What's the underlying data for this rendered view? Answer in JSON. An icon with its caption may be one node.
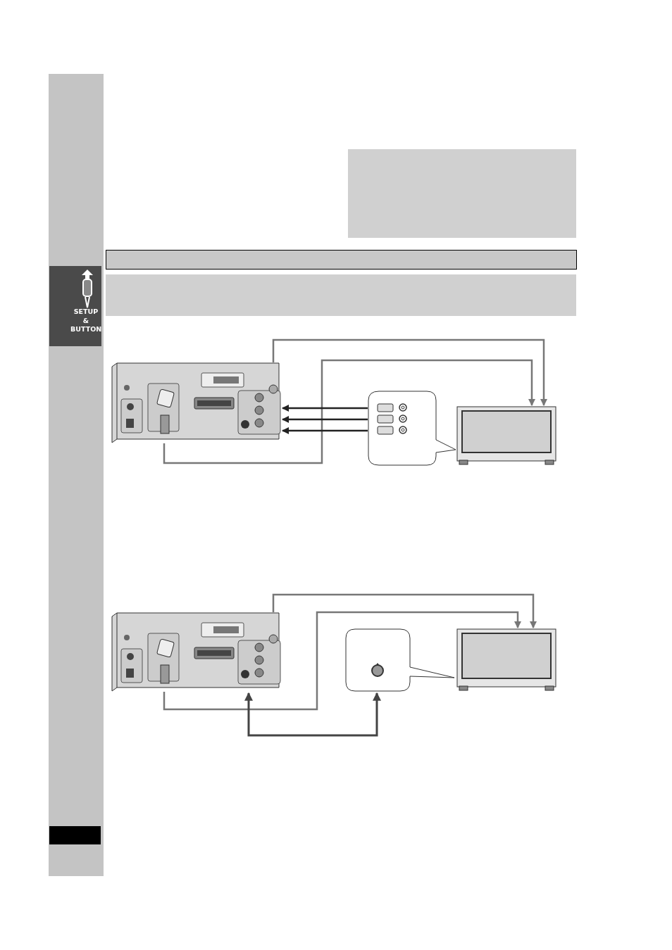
{
  "diagram": {
    "nodes": [
      {
        "text": [],
        "shape": "bar"
      },
      {
        "text": [],
        "shape": "bar"
      },
      {
        "text": [],
        "shape": "picture"
      },
      {
        "text": [],
        "shape": "picture"
      },
      {
        "text": [],
        "shape": "picture"
      },
      {
        "text": [],
        "shape": "picture"
      },
      {
        "text": [],
        "shape": "picture"
      },
      {
        "text": [],
        "shape": "picture"
      }
    ],
    "edges": [
      {
        "from": 2,
        "to": 4,
        "arrow": "to"
      },
      {
        "from": 2,
        "to": 4,
        "arrow": "to"
      },
      {
        "from": 3,
        "to": 2,
        "arrow": "to"
      },
      {
        "from": 3,
        "to": 2,
        "arrow": "to"
      },
      {
        "from": 3,
        "to": 2,
        "arrow": "to"
      },
      {
        "from": 5,
        "to": 7,
        "arrow": "to"
      },
      {
        "from": 5,
        "to": 7,
        "arrow": "to"
      },
      {
        "from": 5,
        "to": 6,
        "arrow": "both"
      }
    ],
    "labels": [
      "SETUP & BUTTON"
    ]
  }
}
